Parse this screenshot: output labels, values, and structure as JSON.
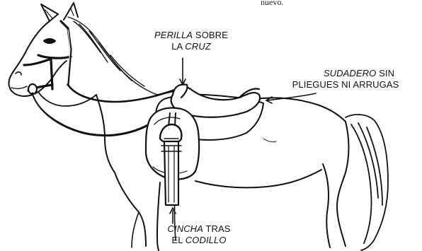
{
  "top_snippet": "nuevo.",
  "labels": {
    "pommel": {
      "line1_italic": "PERILLA",
      "line1_rest": " SOBRE",
      "line2_pre": "LA ",
      "line2_italic": "CRUZ"
    },
    "pad": {
      "line1_italic": "SUDADERO",
      "line1_rest": " SIN",
      "line2": "PLIEGUES NI ARRUGAS"
    },
    "girth": {
      "line1_italic": "CINCHA",
      "line1_rest": " TRAS",
      "line2_pre": "EL ",
      "line2_italic": "CODILLO"
    }
  }
}
